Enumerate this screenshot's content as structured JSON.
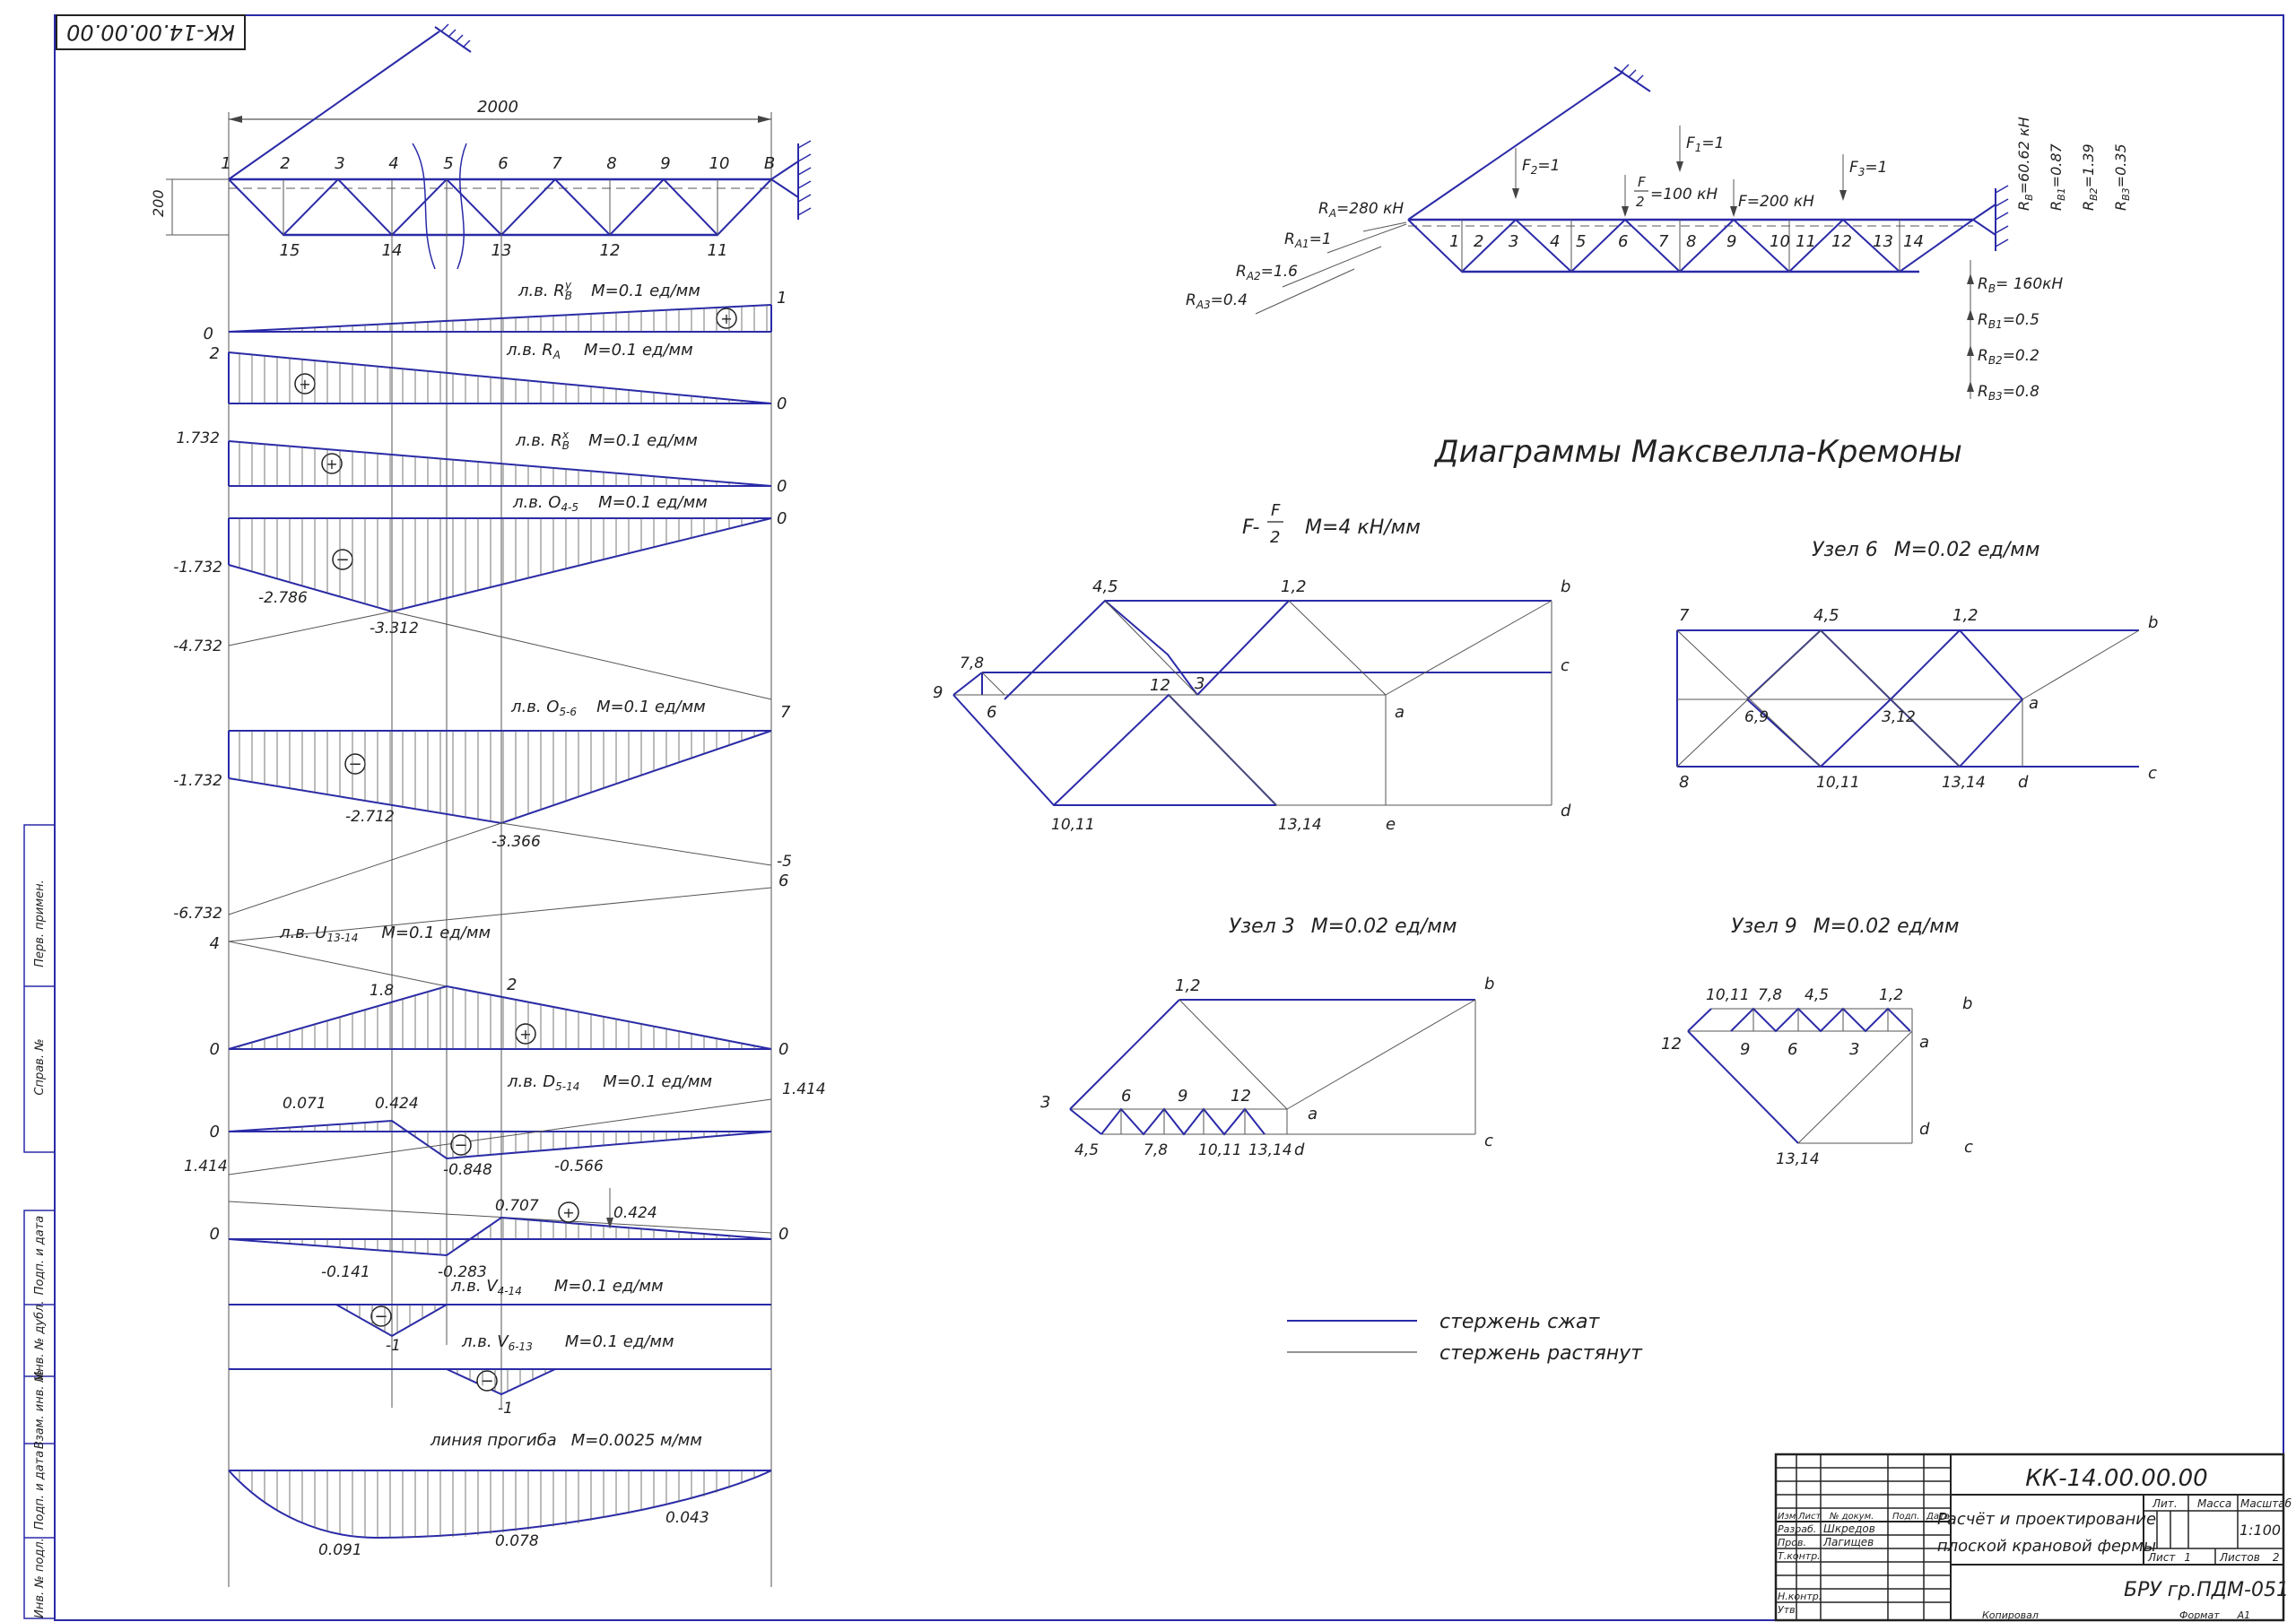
{
  "sheet": {
    "stamp_code": "КК-14.00.00.00",
    "dimension_span": "2000",
    "dimension_height": "200"
  },
  "truss_left": {
    "top_nodes": [
      "1",
      "2",
      "3",
      "4",
      "5",
      "6",
      "7",
      "8",
      "9",
      "10",
      "B"
    ],
    "bottom_nodes": [
      "15",
      "14",
      "13",
      "12",
      "11"
    ]
  },
  "influence_lines": {
    "RBy": {
      "label": "л.в. R",
      "sub": "B",
      "sup": "y",
      "scale": "M=0.1 ед/мм",
      "values": [
        "0",
        "1"
      ]
    },
    "RA": {
      "label": "л.в. R",
      "sub": "A",
      "scale": "M=0.1 ед/мм",
      "values": [
        "2",
        "0"
      ]
    },
    "RBx": {
      "label": "л.в. R",
      "sub": "B",
      "sup": "x",
      "scale": "M=0.1 ед/мм",
      "values": [
        "1.732",
        "0"
      ]
    },
    "O45": {
      "label": "л.в. O",
      "sub": "4-5",
      "scale": "M=0.1 ед/мм",
      "values": [
        "0",
        "-1.732",
        "-2.786",
        "-4.732",
        "-3.312"
      ]
    },
    "O56": {
      "label": "л.в. O",
      "sub": "5-6",
      "scale": "M=0.1 ед/мм",
      "values": [
        "7",
        "-1.732",
        "-2.712",
        "-3.366",
        "-5",
        "-6.732",
        "6"
      ]
    },
    "U1314": {
      "label": "л.в. U",
      "sub": "13-14",
      "scale": "M=0.1 ед/мм",
      "values": [
        "4",
        "0",
        "1.8",
        "2",
        "0"
      ]
    },
    "D514": {
      "label": "л.в. D",
      "sub": "5-14",
      "scale": "M=0.1 ед/мм",
      "values": [
        "0",
        "0.071",
        "0.424",
        "1.414",
        "-0.848",
        "-0.566",
        "1.414"
      ]
    },
    "V414_pre": {
      "values": [
        "0",
        "0.707",
        "0.424",
        "0",
        "-0.141",
        "-0.283"
      ]
    },
    "V414": {
      "label": "л.в. V",
      "sub": "4-14",
      "scale": "M=0.1 ед/мм",
      "values": [
        "-1"
      ]
    },
    "V613": {
      "label": "л.в. V",
      "sub": "6-13",
      "scale": "M=0.1 ед/мм",
      "values": [
        "-1"
      ]
    },
    "deflection": {
      "label": "линия прогиба",
      "scale": "M=0.0025 м/мм",
      "values": [
        "0.091",
        "0.078",
        "0.043"
      ]
    }
  },
  "truss_right": {
    "reactions_left": [
      "R",
      "A",
      "=280 кН",
      "R",
      "A1",
      "=1",
      "R",
      "A2",
      "=1.6",
      "R",
      "A3",
      "=0.4"
    ],
    "RA": "=280 кН",
    "RA1": "=1",
    "RA2": "=1.6",
    "RA3": "=0.4",
    "F1": "=1",
    "F2": "=1",
    "F3": "=1",
    "F_half": "=100 кН",
    "F": "=200 кН",
    "RBx": "=60.62 кН",
    "RB1x": "=0.87",
    "RB2x": "=1.39",
    "RB3x": "=0.35",
    "RBy": "= 160кН",
    "RB1y": "=0.5",
    "RB2y": "=0.2",
    "RB3y": "=0.8",
    "nodes": [
      "1",
      "2",
      "3",
      "4",
      "5",
      "6",
      "7",
      "8",
      "9",
      "10",
      "11",
      "12",
      "13",
      "14"
    ]
  },
  "maxwell": {
    "title": "Диаграммы Максвелла-Кремоны",
    "main": {
      "title_prefix": "F-",
      "frac_num": "F",
      "frac_den": "2",
      "scale": "M=4 кН/мм",
      "labels": [
        "4,5",
        "1,2",
        "b",
        "7,8",
        "c",
        "9",
        "6",
        "12",
        "3",
        "a",
        "10,11",
        "13,14",
        "e",
        "d"
      ]
    },
    "node6": {
      "title": "Узел 6",
      "scale": "M=0.02 ед/мм",
      "labels": [
        "7",
        "4,5",
        "1,2",
        "b",
        "6,9",
        "3,12",
        "a",
        "8",
        "10,11",
        "13,14",
        "d",
        "c"
      ]
    },
    "node3": {
      "title": "Узел 3",
      "scale": "M=0.02 ед/мм",
      "labels": [
        "1,2",
        "b",
        "6",
        "9",
        "12",
        "3",
        "a",
        "4,5",
        "7,8",
        "10,11",
        "13,14",
        "d",
        "c"
      ]
    },
    "node9": {
      "title": "Узел 9",
      "scale": "M=0.02 ед/мм",
      "labels": [
        "10,11",
        "7,8",
        "4,5",
        "1,2",
        "b",
        "12",
        "9",
        "6",
        "3",
        "a",
        "d",
        "13,14",
        "c"
      ]
    }
  },
  "legend": {
    "compressed": "стержень сжат",
    "tensioned": "стержень растянут"
  },
  "side_strip": [
    "Перв. примен.",
    "Справ. №",
    "Подп. и дата",
    "Инв. № дубл.",
    "Взам. инв. №",
    "Подп. и дата",
    "Инв. № подл."
  ],
  "title_block": {
    "code": "КК-14.00.00.00",
    "title_line1": "Расчёт и проектирование",
    "title_line2": "плоской крановой фермы",
    "col_headers": [
      "Изм",
      "Лист",
      "№ докум.",
      "Подп.",
      "Дата"
    ],
    "rows": [
      "Разраб.",
      "Пров.",
      "Т.контр.",
      "Н.контр.",
      "Утв."
    ],
    "names": [
      "Шкредов",
      "Лагищев"
    ],
    "lit": "Лит.",
    "mass": "Масса",
    "scale_head": "Масштаб",
    "scale": "1:100",
    "sheet": "Лист",
    "sheet_no": "1",
    "sheets": "Листов",
    "sheets_no": "2",
    "org": "БРУ гр.ПДМ-051",
    "copied": "Копировал",
    "format": "Формат",
    "format_val": "А1"
  },
  "colors": {
    "line_blue": "#2a2aa8",
    "line_gray": "#555555"
  }
}
